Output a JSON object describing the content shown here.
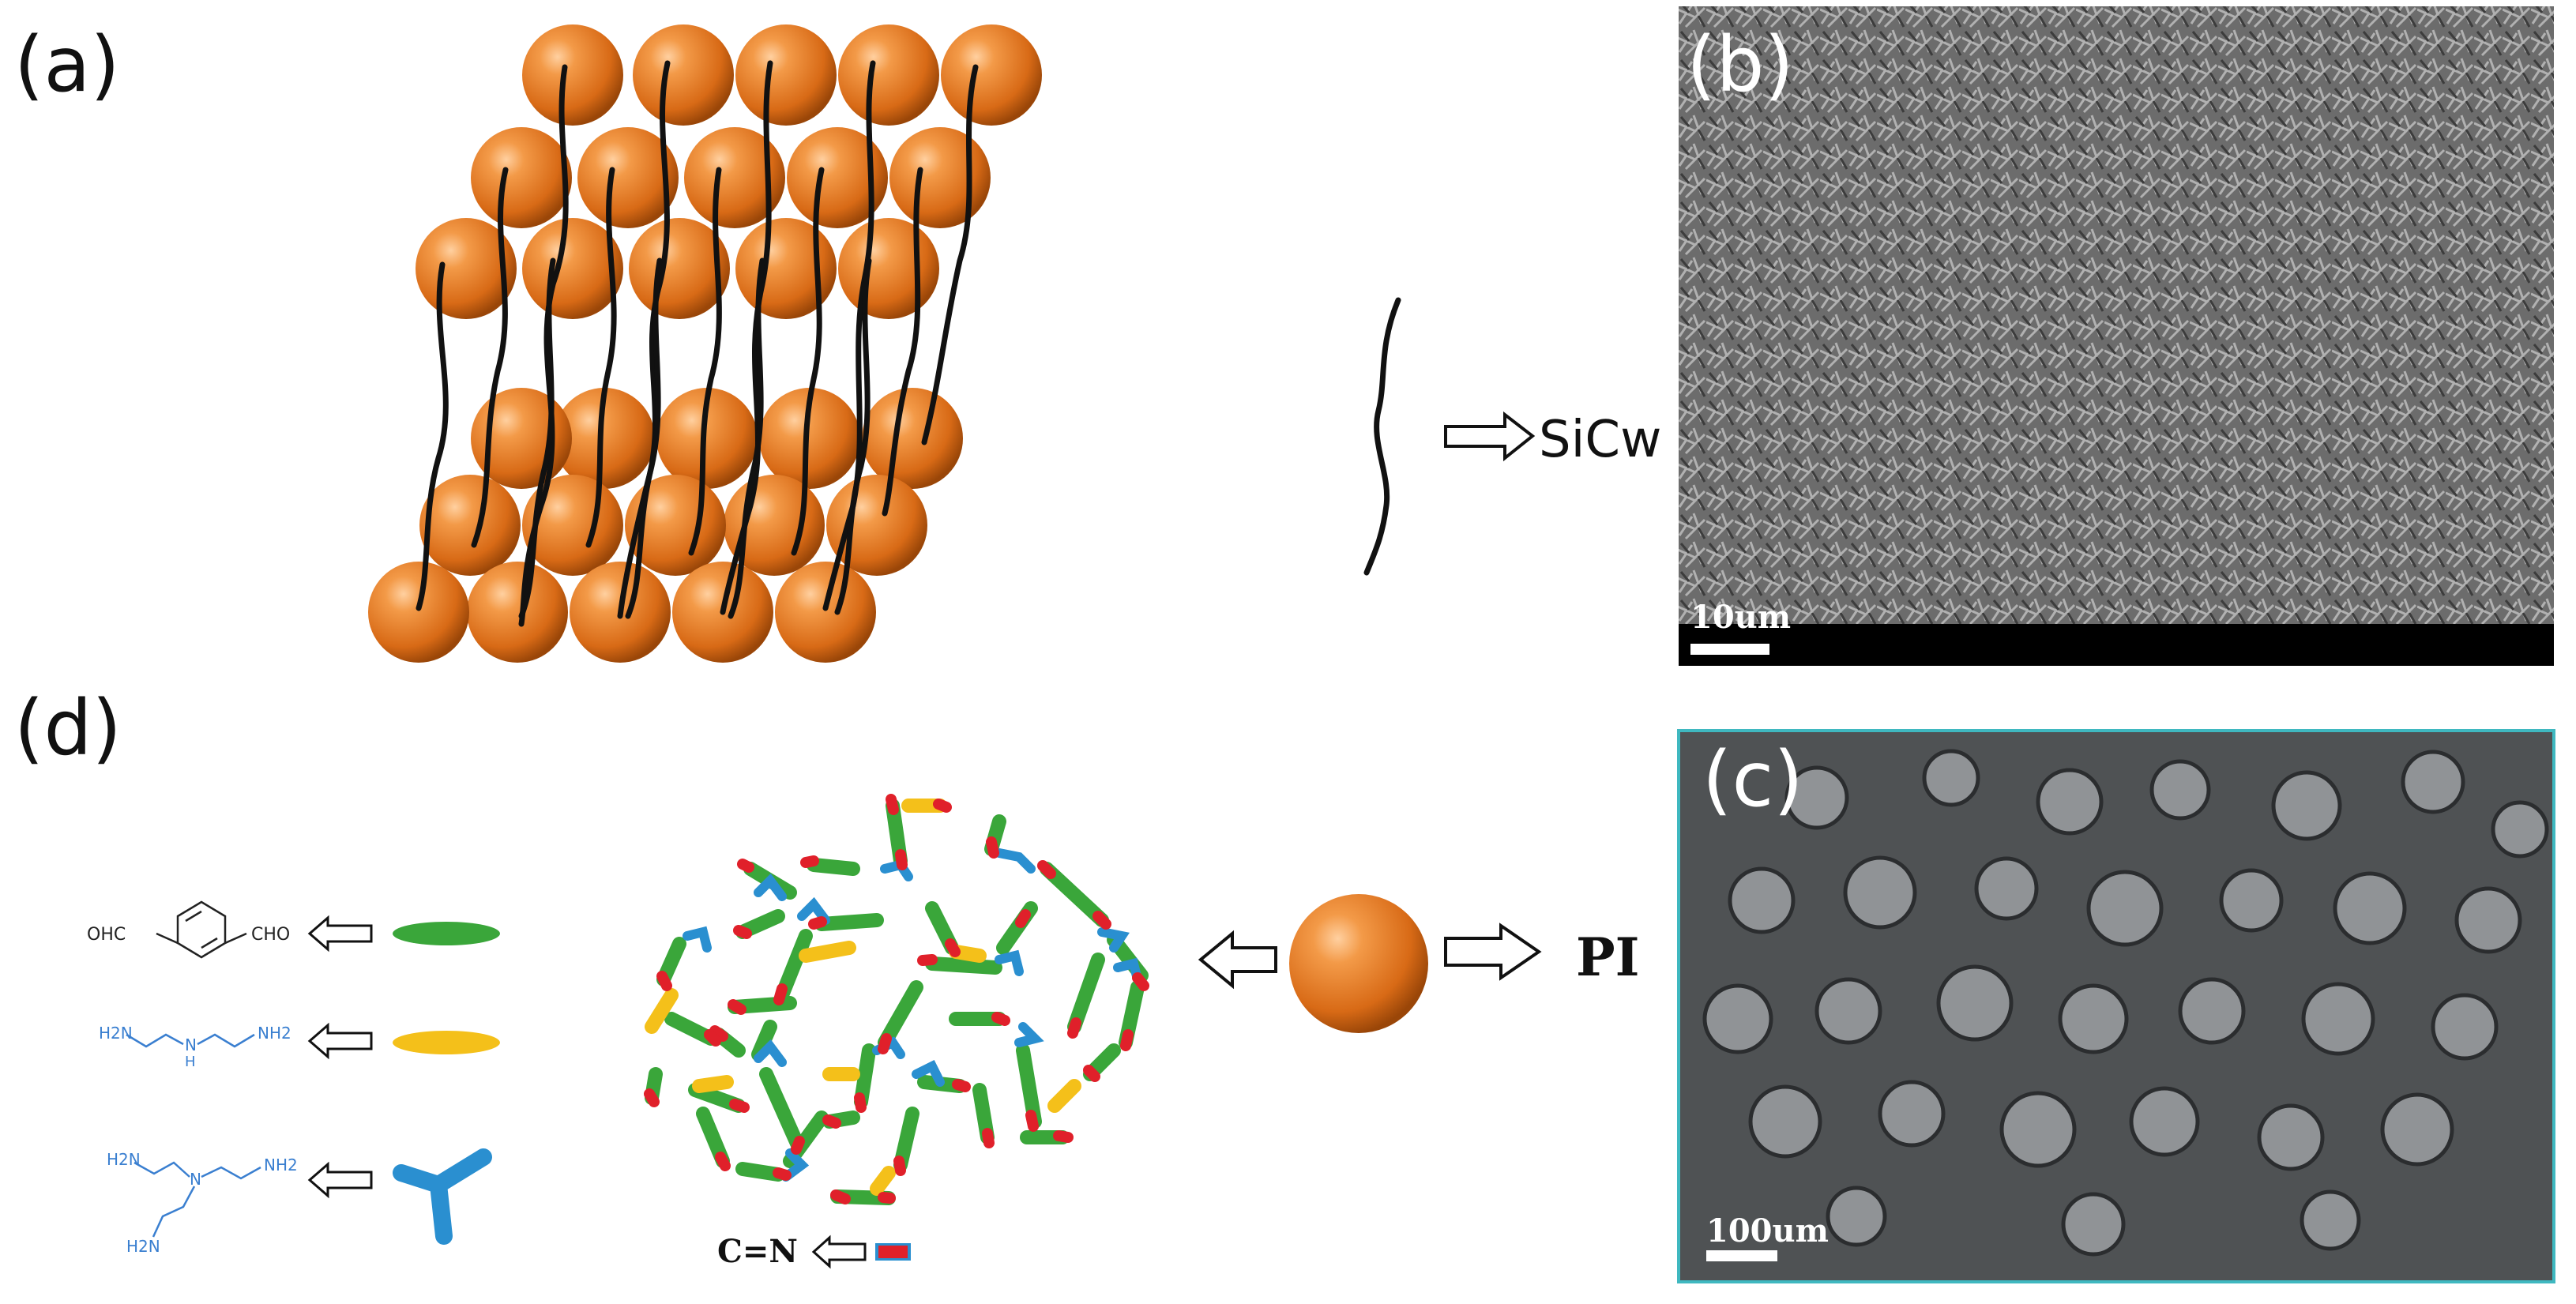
{
  "panels": {
    "a": "(a)",
    "b": "(b)",
    "c": "(c)",
    "d": "(d)"
  },
  "legend": {
    "sicw": "SiCw",
    "pi": "PI",
    "imine": "C=N"
  },
  "scale_bars": {
    "b": "10um",
    "c": "100um"
  },
  "molecules": {
    "aldehyde": {
      "left": "OHC",
      "right": "CHO"
    },
    "diamine": {
      "nh2_left": "H2N",
      "nh": "N",
      "h": "H",
      "nh2_right": "NH2"
    },
    "triamine": {
      "nh2_a": "H2N",
      "n": "N",
      "nh2_b": "NH2",
      "nh2_c": "H2N"
    }
  },
  "colors": {
    "sphere": "#e8822a",
    "green_linker": "#3aa63a",
    "yellow_linker": "#f4c01a",
    "blue_node": "#2a8fd0",
    "red_bond": "#e0202a"
  }
}
